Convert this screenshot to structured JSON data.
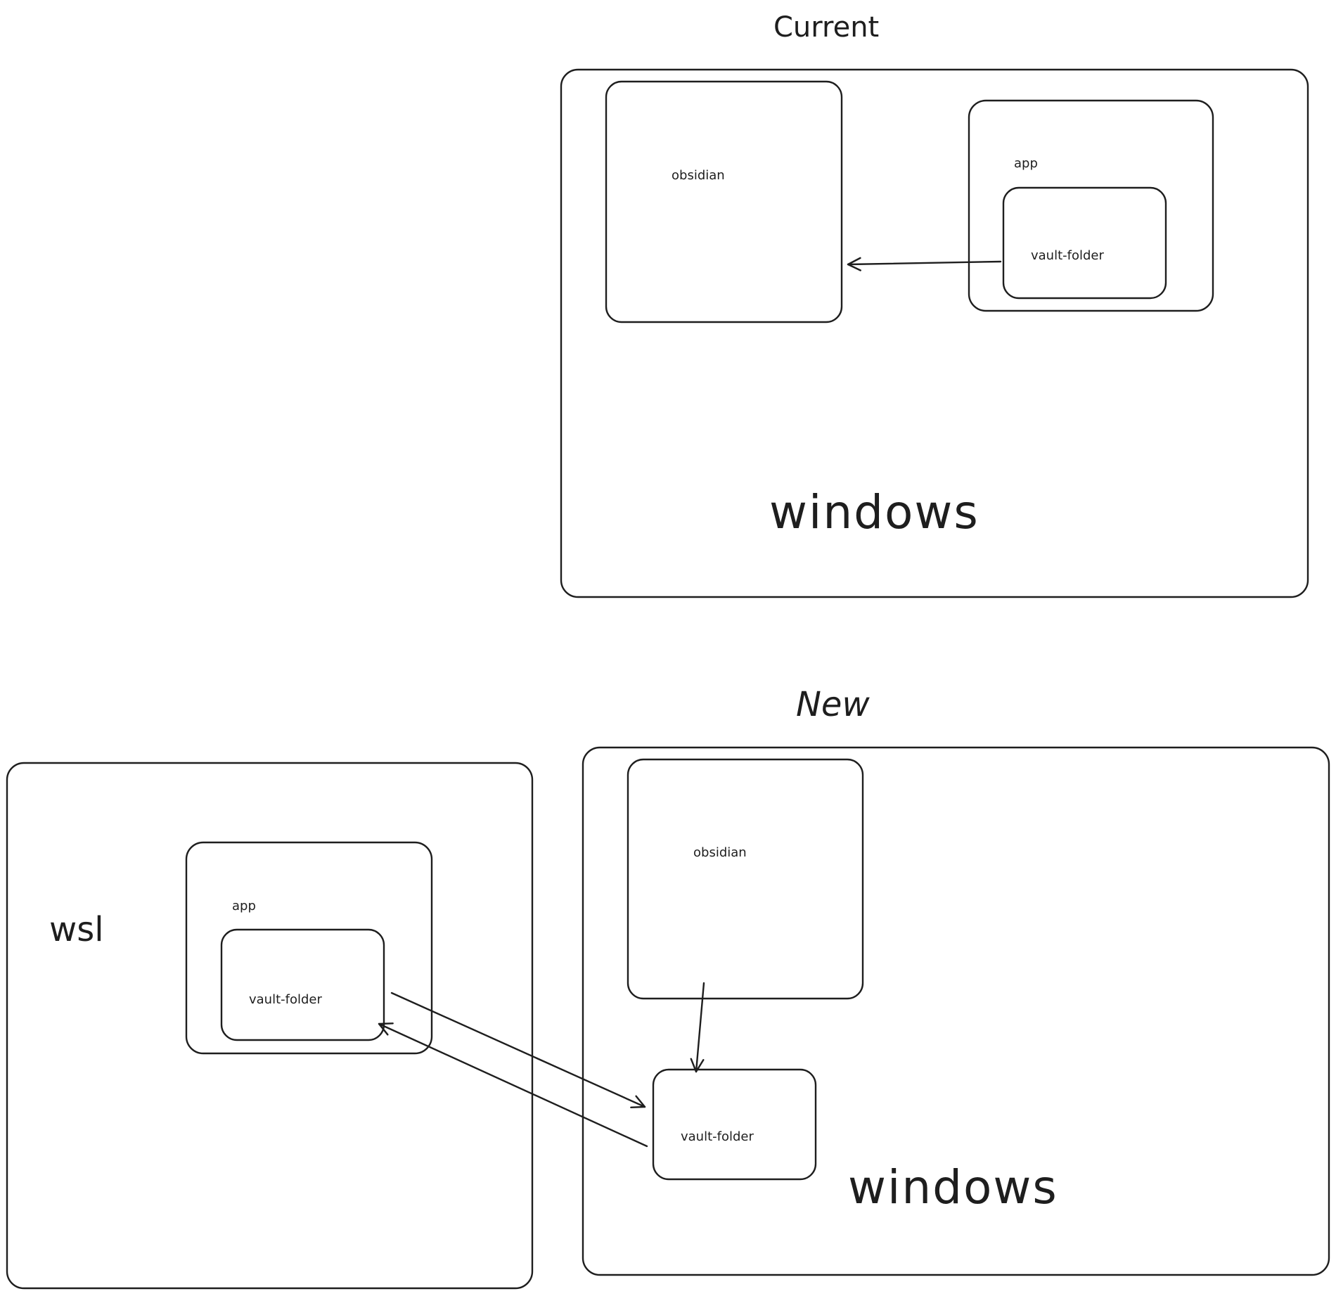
{
  "canvas": {
    "background": "#ffffff",
    "stroke": "#1e1e1e"
  },
  "current": {
    "title": "Current",
    "host_label": "windows",
    "obsidian_label": "obsidian",
    "app_label": "app",
    "vault_label": "vault-folder",
    "connections": [
      {
        "from": "vault-folder",
        "to": "obsidian"
      }
    ]
  },
  "new": {
    "title": "New",
    "wsl": {
      "host_label": "wsl",
      "app_label": "app",
      "vault_label": "vault-folder"
    },
    "windows": {
      "host_label": "windows",
      "obsidian_label": "obsidian",
      "vault_label": "vault-folder"
    },
    "connections": [
      {
        "from": "obsidian",
        "to": "windows vault-folder"
      },
      {
        "from": "wsl vault-folder",
        "to": "windows vault-folder"
      },
      {
        "from": "windows vault-folder",
        "to": "wsl vault-folder"
      }
    ]
  }
}
